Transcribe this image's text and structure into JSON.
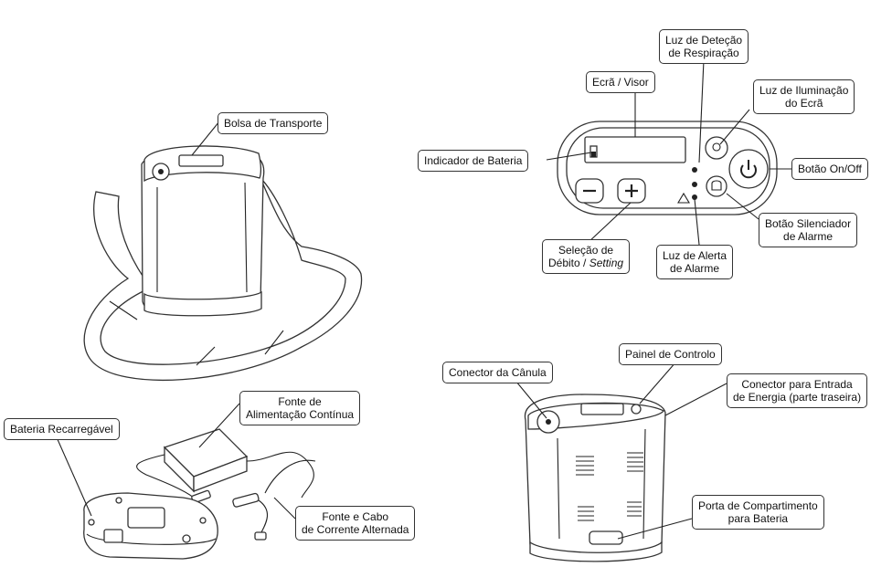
{
  "labels": {
    "bolsa": "Bolsa de Transporte",
    "bateria": "Bateria Recarregável",
    "fonte_continua_1": "Fonte de",
    "fonte_continua_2": "Alimentação Contínua",
    "fonte_ca_1": "Fonte e Cabo",
    "fonte_ca_2": "de Corrente Alternada",
    "visor": "Ecrã / Visor",
    "respiracao_1": "Luz de Deteção",
    "respiracao_2": "de Respiração",
    "iluminacao_1": "Luz de Iluminação",
    "iluminacao_2": "do Ecrã",
    "indicador_bateria": "Indicador de Bateria",
    "botao_onoff": "Botão On/Off",
    "silenciador_1": "Botão Silenciador",
    "silenciador_2": "de Alarme",
    "selecao_1": "Seleção de",
    "selecao_2a": "Débito / ",
    "selecao_2b": "Setting",
    "alerta_1": "Luz de Alerta",
    "alerta_2": "de Alarme",
    "conector_canula": "Conector da Cânula",
    "painel": "Painel de Controlo",
    "energia_1": "Conector para Entrada",
    "energia_2": "de Energia (parte traseira)",
    "porta_1": "Porta de Compartimento",
    "porta_2": "para Bateria"
  },
  "icons": [
    "power-icon",
    "bulb-icon",
    "bell-icon",
    "warning-icon",
    "minus-icon",
    "plus-icon",
    "battery-icon"
  ]
}
